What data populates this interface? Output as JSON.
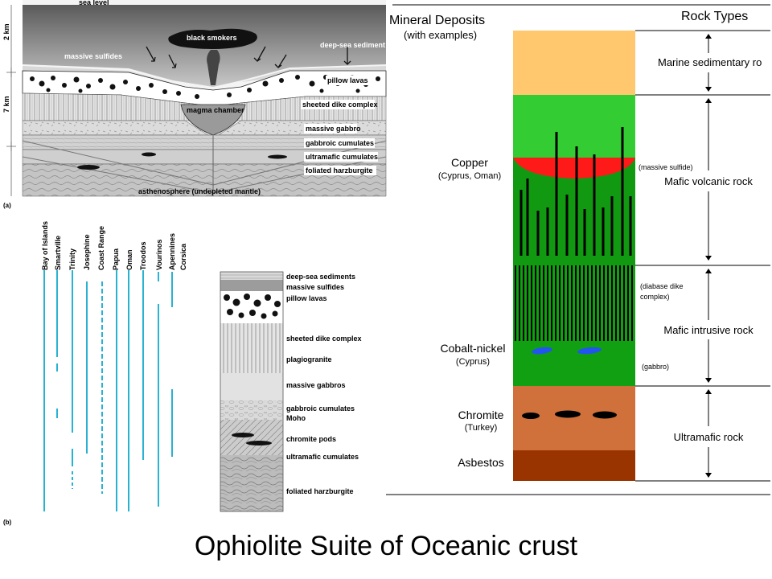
{
  "title": "Ophiolite Suite of Oceanic crust",
  "colors": {
    "marine_sed": "#FFC76E",
    "volcanic_light": "#33CC33",
    "volcanic_dark": "#119911",
    "dike_green": "#11A011",
    "ultramafic": "#D0703A",
    "asbestos": "#993300",
    "sulfide_red": "#FF1A1A",
    "cobalt_blue": "#2255EE",
    "cyan_line": "#11AACC"
  },
  "panel_a": {
    "sea_level": "sea level",
    "scale_2km": "2 km",
    "scale_7km": "7 km",
    "black_smokers": "black smokers",
    "massive_sulfides": "massive sulfides",
    "deep_sea_sediment": "deep-sea sediment",
    "pillow_lavas": "pillow lavas",
    "magma_chamber": "magma chamber",
    "sheeted_dike_complex": "sheeted dike complex",
    "massive_gabbro": "massive gabbro",
    "gabbroic_cumulates": "gabbroic cumulates",
    "ultramafic_cumulates": "ultramafic cumulates",
    "foliated_harzburgite": "foliated harzburgite",
    "asthenosphere": "asthenosphere (undepleted mantle)",
    "label": "(a)"
  },
  "panel_b": {
    "label": "(b)",
    "localities": [
      "Bay of Islands",
      "Smartville",
      "Trinity",
      "Josephine",
      "Coast Range",
      "Papua",
      "Oman",
      "Troodos",
      "Vourinos",
      "Apennines",
      "Corsica"
    ],
    "column_labels": [
      "deep-sea sediments",
      "massive sulfides",
      "pillow lavas",
      "sheeted dike complex",
      "plagiogranite",
      "massive gabbros",
      "gabbroic cumulates",
      "Moho",
      "chromite pods",
      "ultramafic cumulates",
      "foliated harzburgite"
    ]
  },
  "panel_c": {
    "mineral_header_1": "Mineral Deposits",
    "mineral_header_2": "(with examples)",
    "rock_header": "Rock Types",
    "copper": "Copper",
    "copper_ex": "(Cyprus, Oman)",
    "cobalt": "Cobalt-nickel",
    "cobalt_ex": "(Cyprus)",
    "chromite": "Chromite",
    "chromite_ex": "(Turkey)",
    "asbestos": "Asbestos",
    "massive_sulfide": "(massive sulfide)",
    "diabase_1": "(diabase dike",
    "diabase_2": "complex)",
    "gabbro": "(gabbro)",
    "marine_sed_rock": "Marine sedimentary ro",
    "mafic_volcanic": "Mafic volcanic rock",
    "mafic_intrusive": "Mafic intrusive rock",
    "ultramafic_rock": "Ultramafic rock"
  }
}
